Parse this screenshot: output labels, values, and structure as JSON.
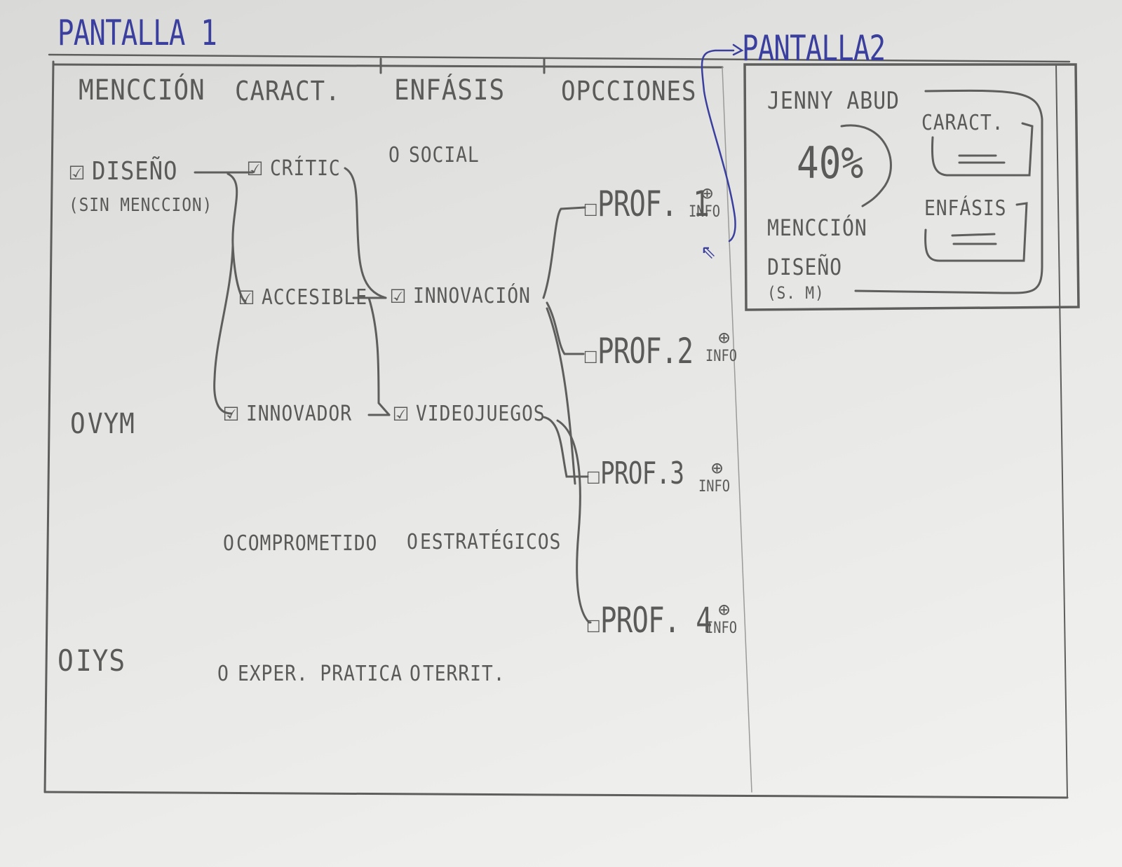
{
  "screen1_title": "PANTALLA 1",
  "screen2_title": "PANTALLA2",
  "columns": [
    "MENCCIÓN",
    "CARACT.",
    "ENFÁSIS",
    "OPCCIONES"
  ],
  "mention": {
    "options": [
      {
        "label": "DISEÑO",
        "sub": "(SIN MENCCION)",
        "checked": true
      },
      {
        "label": "VYM",
        "checked": false
      },
      {
        "label": "IYS",
        "checked": false
      }
    ]
  },
  "characteristics": {
    "options": [
      {
        "label": "CRÍTIC",
        "checked": true
      },
      {
        "label": "ACCESIBLE",
        "checked": true
      },
      {
        "label": "INNOVADOR",
        "checked": true
      },
      {
        "label": "COMPROMETIDO",
        "checked": false
      },
      {
        "label": "EXPER. PRATICA",
        "checked": false
      }
    ]
  },
  "emphasis": {
    "options": [
      {
        "label": "SOCIAL",
        "checked": false
      },
      {
        "label": "INNOVACIÓN",
        "checked": true
      },
      {
        "label": "VIDEOJUEGOS",
        "checked": true
      },
      {
        "label": "ESTRATÉGICOS",
        "checked": false
      },
      {
        "label": "TERRIT.",
        "checked": false
      }
    ]
  },
  "professors": [
    {
      "label": "PROF. 1",
      "info": "INFO"
    },
    {
      "label": "PROF.2",
      "info": "INFO"
    },
    {
      "label": "PROF.3",
      "info": "INFO"
    },
    {
      "label": "PROF. 4",
      "info": "INFO"
    }
  ],
  "popup": {
    "name": "JENNY ABUD",
    "match": "40%",
    "mention_label": "MENCCIÓN",
    "mention_value": "DISEÑO",
    "mention_sub": "(S. M)",
    "caract_label": "CARACT.",
    "enfasis_label": "ENFÁSIS"
  },
  "colors": {
    "pencil": "#5e5e5c",
    "pen_blue": "#3a3f9e"
  }
}
